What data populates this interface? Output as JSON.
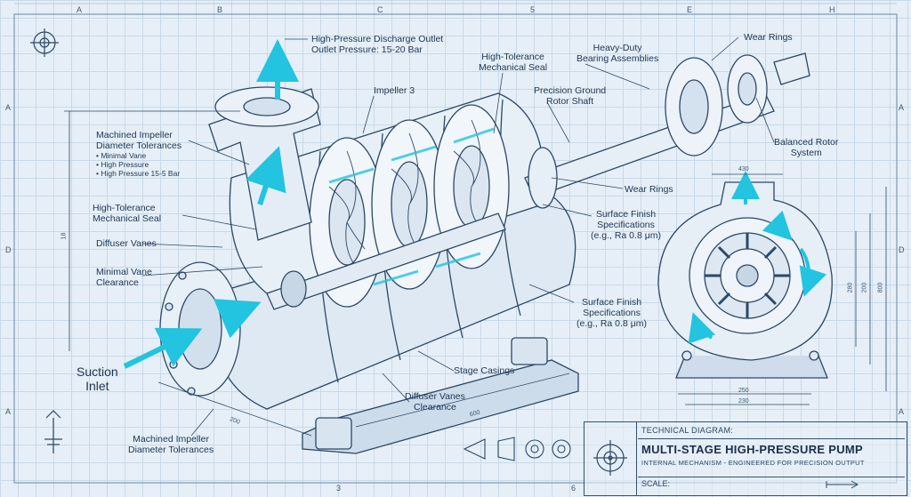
{
  "grid": {
    "top": [
      "A",
      "B",
      "C",
      "5",
      "E",
      "H"
    ],
    "left": [
      "A",
      "D",
      "A"
    ],
    "right": [
      "A",
      "D",
      "A"
    ],
    "bottom": [
      "3",
      "6"
    ]
  },
  "labels": {
    "discharge_line1": "High-Pressure Discharge Outlet",
    "discharge_line2": "Outlet Pressure: 15-20 Bar",
    "impeller3": "Impeller 3",
    "seal_top_line1": "High-Tolerance",
    "seal_top_line2": "Mechanical Seal",
    "bearing_line1": "Heavy-Duty",
    "bearing_line2": "Bearing Assemblies",
    "wear_rings_top": "Wear Rings",
    "shaft_line1": "Precision Ground",
    "shaft_line2": "Rotor Shaft",
    "balanced_line1": "Balanced Rotor",
    "balanced_line2": "System",
    "wear_rings_mid": "Wear Rings",
    "finish_top_line1": "Surface Finish",
    "finish_top_line2": "Specifications",
    "finish_top_line3": "(e.g., Ra 0.8 μm)",
    "finish_bot_line1": "Surface Finish",
    "finish_bot_line2": "Specifications",
    "finish_bot_line3": "(e.g., Ra 0.8 μm)",
    "stage_casings": "Stage Casings",
    "diffuser_bot_line1": "Diffuser Vanes",
    "diffuser_bot_line2": "Clearance",
    "impeller_tol_left_line1": "Machined Impeller",
    "impeller_tol_left_line2": "Diameter Tolerances",
    "impeller_tol_bullet1": "• Minimal Vane",
    "impeller_tol_bullet2": "• High Pressure",
    "impeller_tol_bullet3": "• High Pressure 15-5 Bar",
    "seal_left_line1": "High-Tolerance",
    "seal_left_line2": "Mechanical Seal",
    "diffuser_left": "Diffuser Vanes",
    "vane_clear_line1": "Minimal Vane",
    "vane_clear_line2": "Clearance",
    "suction_line1": "Suction",
    "suction_line2": "Inlet",
    "impeller_tol_bot_line1": "Machined Impeller",
    "impeller_tol_bot_line2": "Diameter Tolerances"
  },
  "dimensions": {
    "d430": "430",
    "d250": "250",
    "d230": "230",
    "d280": "280",
    "d200r": "200",
    "d800": "800",
    "d600": "600",
    "d200b": "200",
    "d18": "18"
  },
  "title_block": {
    "kicker": "TECHNICAL DIAGRAM:",
    "title": "MULTI-STAGE HIGH-PRESSURE PUMP",
    "subtitle": "INTERNAL MECHANISM - ENGINEERED FOR PRECISION OUTPUT",
    "scale": "SCALE:"
  },
  "colors": {
    "line": "#2c4866",
    "flow": "#22c4e0",
    "paper": "#e6eff7"
  },
  "icons": [
    "crosshair-icon",
    "ground-symbol-icon",
    "projection-symbol-icon"
  ]
}
